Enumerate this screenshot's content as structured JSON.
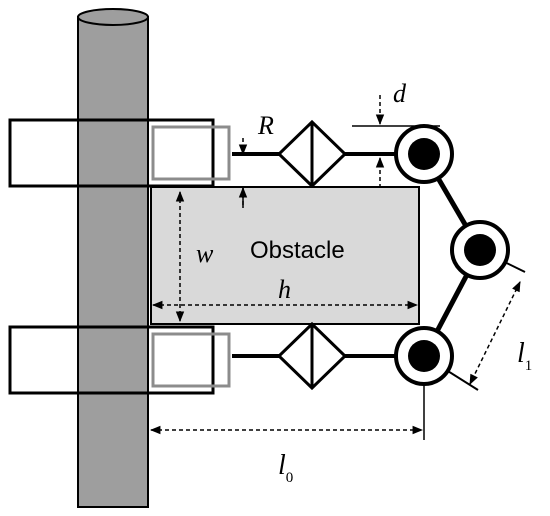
{
  "labels": {
    "obstacle": "Obstacle",
    "R": "R",
    "d": "d",
    "w": "w",
    "h": "h",
    "l0": "l",
    "l0_sub": "0",
    "l1": "l",
    "l1_sub": "1"
  },
  "colors": {
    "pole_fill": "#9e9e9e",
    "obstacle_fill": "#d9d9d9",
    "gray_square": "#8c8c8c",
    "line": "#000000",
    "background": "#ffffff"
  },
  "icons": {
    "joint": "circle-with-filled-dot",
    "diamond": "diamond-with-vertical-bar"
  }
}
